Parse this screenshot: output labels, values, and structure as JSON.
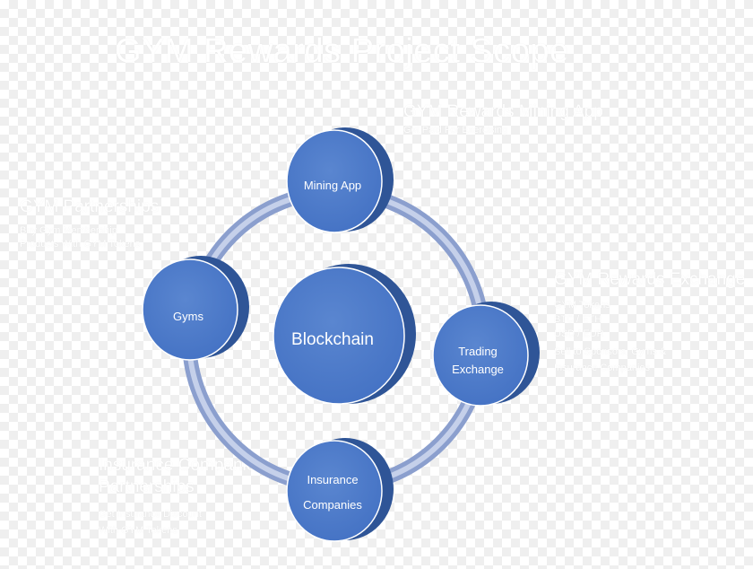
{
  "title": "GYM Rewards Project Scope",
  "colors": {
    "node_fill": "#4472c4",
    "node_back": "#2f5597",
    "ring": "#9dafd8",
    "ring_highlight": "#c5d0ea",
    "text": "#ffffff"
  },
  "nodes": {
    "center": "Blockchain",
    "mining_app": "Mining App",
    "gyms": "Gyms",
    "trading_line1": "Trading",
    "trading_line2": "Exchange",
    "insurance_line1": "Insurance",
    "insurance_line2": "Companies"
  },
  "annotations": {
    "mining": {
      "heading": "GYM Rewards Mining App",
      "lines": [
        "Get Paid For Exercising"
      ]
    },
    "partnerships": {
      "heading": "GYM Partnerships",
      "lines": [
        "Buy Gym Membership",
        "Products With GYM Tokens"
      ]
    },
    "exchange": {
      "heading": "GYM Rewards Exchange",
      "lines": [
        "GYM Tokens",
        "BTC / ETH",
        "USD / EUR",
        "Sell to Sponsors, Gyms &",
        "Insurance Companies"
      ]
    },
    "insurance": {
      "heading_line1": "Insurance Companies",
      "heading_line2": "Partnerships",
      "lines": [
        "Get Insurance Discount",
        "With GYM Tokens"
      ]
    }
  }
}
